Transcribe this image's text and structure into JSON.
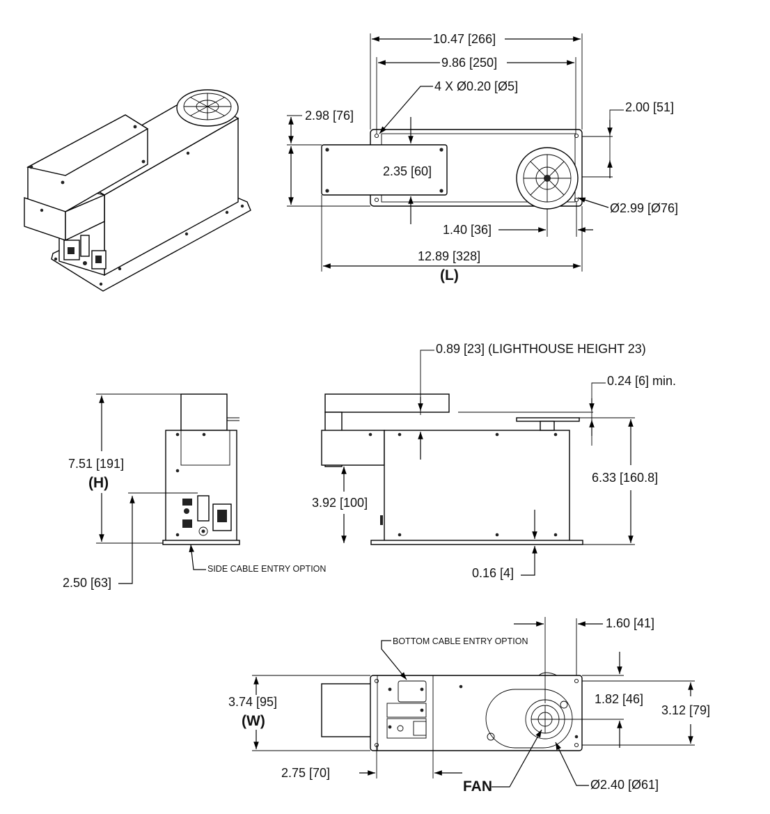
{
  "top_view": {
    "overall_width_outer": "10.47 [266]",
    "overall_width_inner": "9.86 [250]",
    "mount_holes": "4 X Ø0.20 [Ø5]",
    "cover_offset": "2.98 [76]",
    "edge_to_center": "2.00 [51]",
    "cover_height": "2.35 [60]",
    "wheel_diameter": "Ø2.99 [Ø76]",
    "wheel_center_offset": "1.40 [36]",
    "overall_length": "12.89 [328]",
    "length_label": "(L)"
  },
  "side_view": {
    "lighthouse_height": "0.89 [23] (LIGHTHOUSE HEIGHT 23)",
    "clearance": "0.24 [6] min.",
    "overall_height": "7.51 [191]",
    "height_label": "(H)",
    "body_height": "6.33 [160.8]",
    "arm_height": "3.92 [100]",
    "connector_height": "2.50 [63]",
    "side_cable_note": "SIDE CABLE ENTRY OPTION",
    "base_thickness": "0.16 [4]"
  },
  "bottom_view": {
    "fan_edge_offset": "1.60 [41]",
    "bottom_cable_note": "BOTTOM CABLE ENTRY OPTION",
    "overall_width": "3.74 [95]",
    "width_label": "(W)",
    "fan_center_height": "1.82 [46]",
    "plate_width": "3.12 [79]",
    "cable_offset": "2.75 [70]",
    "fan_label": "FAN",
    "fan_diameter": "Ø2.40 [Ø61]"
  },
  "colors": {
    "line": "#000000",
    "background": "#ffffff"
  }
}
